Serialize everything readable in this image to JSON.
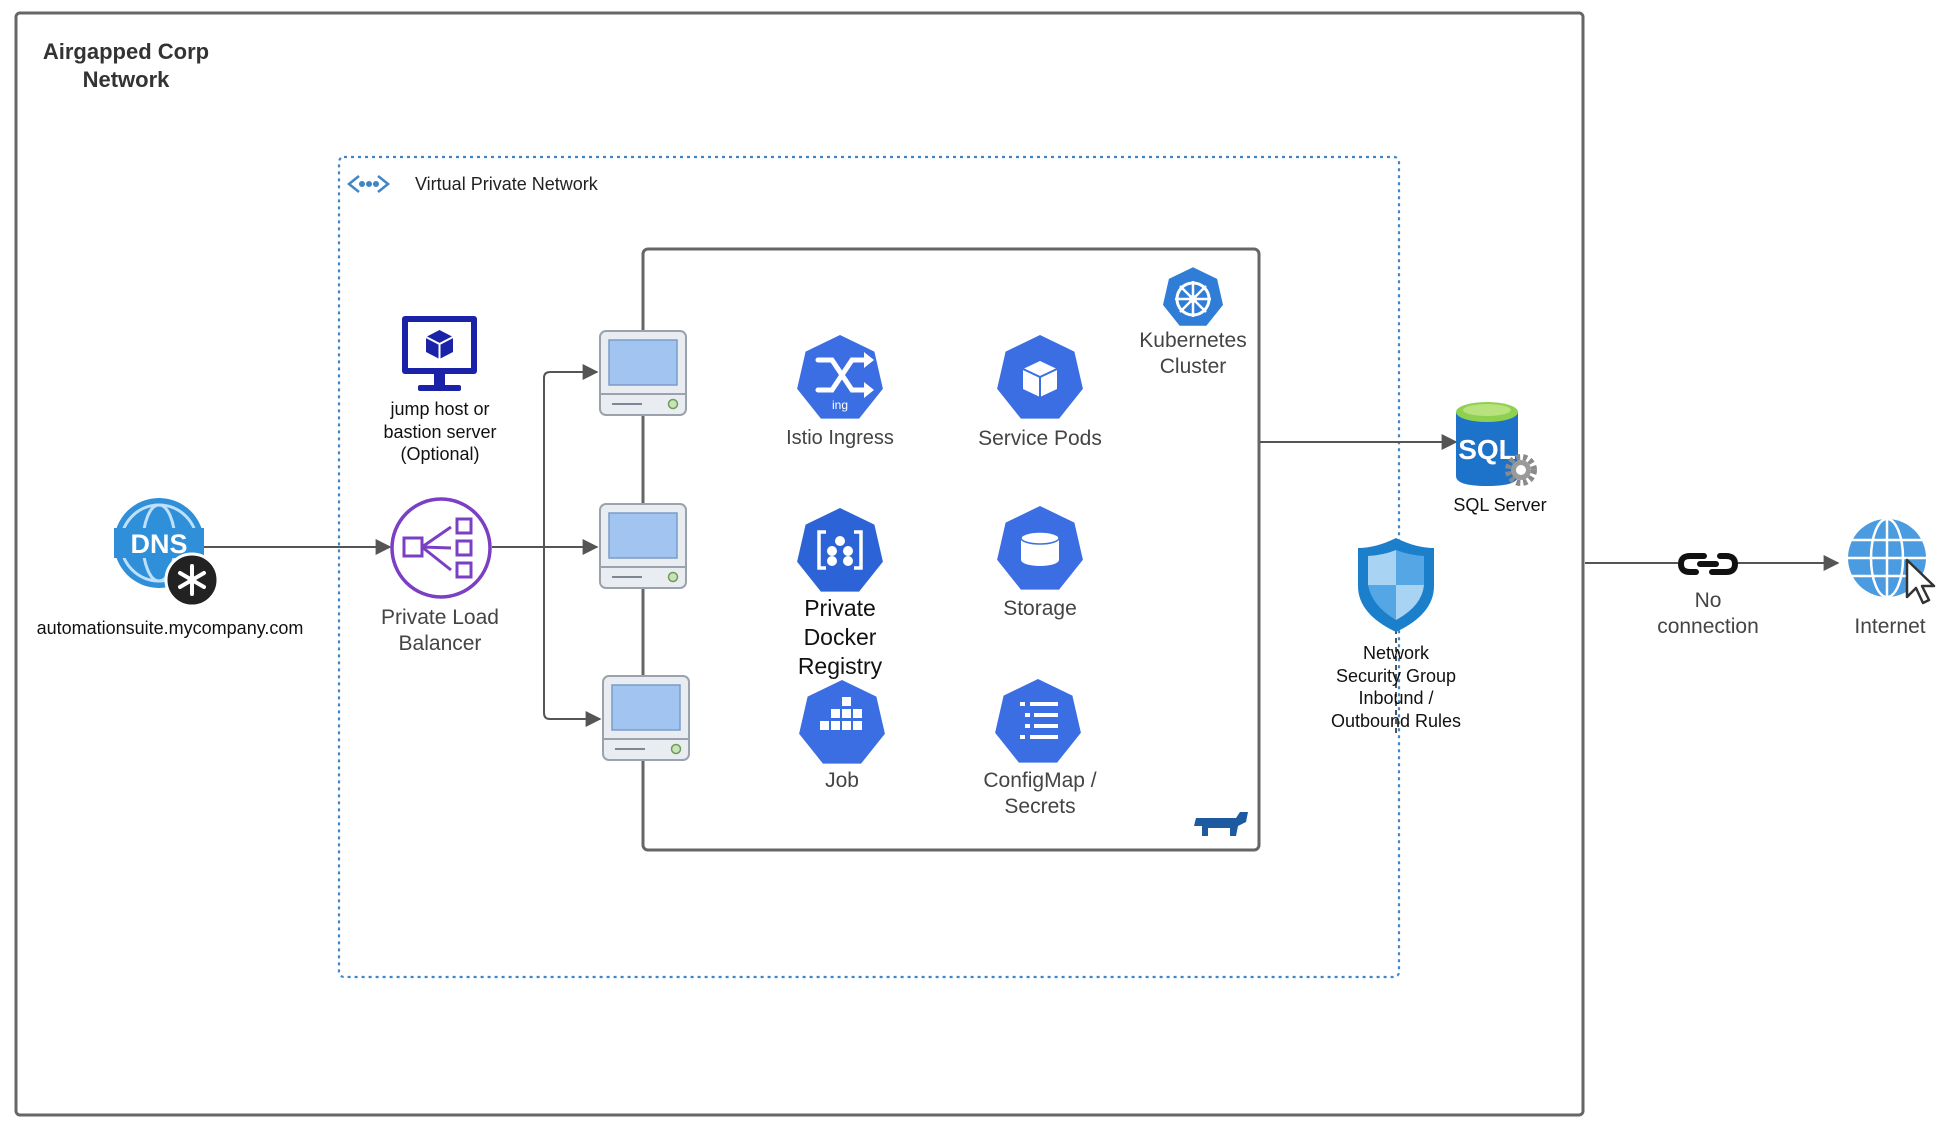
{
  "corp_network": {
    "title_lines": [
      "Airgapped Corp",
      "Network"
    ]
  },
  "vpn": {
    "label": "Virtual Private Network"
  },
  "dns": {
    "icon_text": "DNS",
    "domain": "automationsuite.mycompany.com"
  },
  "jump_host": {
    "lines": [
      "jump host or",
      "bastion server",
      "(Optional)"
    ]
  },
  "load_balancer": {
    "lines": [
      "Private Load",
      "Balancer"
    ]
  },
  "cluster": {
    "title_lines": [
      "Kubernetes",
      "Cluster"
    ],
    "components": {
      "istio": {
        "label": "Istio Ingress",
        "badge": "ing"
      },
      "service_pods": {
        "label": "Service Pods"
      },
      "registry": {
        "lines": [
          "Private",
          "Docker",
          "Registry"
        ]
      },
      "storage": {
        "label": "Storage"
      },
      "job": {
        "label": "Job"
      },
      "configmap": {
        "lines": [
          "ConfigMap /",
          "Secrets"
        ]
      }
    }
  },
  "sql": {
    "icon_text": "SQL",
    "label": "SQL Server"
  },
  "nsg": {
    "lines": [
      "Network",
      "Security Group",
      "Inbound /",
      "Outbound Rules"
    ]
  },
  "no_connection": {
    "lines": [
      "No",
      "connection"
    ]
  },
  "internet": {
    "label": "Internet"
  },
  "colors": {
    "gcp_blue": "#3b6ee3",
    "azure_blue": "#0078d4",
    "navy": "#1a23a8",
    "purple": "#7b3fc4",
    "vpn_border": "#3f86c7",
    "monitor_screen": "#a2c4f0"
  }
}
